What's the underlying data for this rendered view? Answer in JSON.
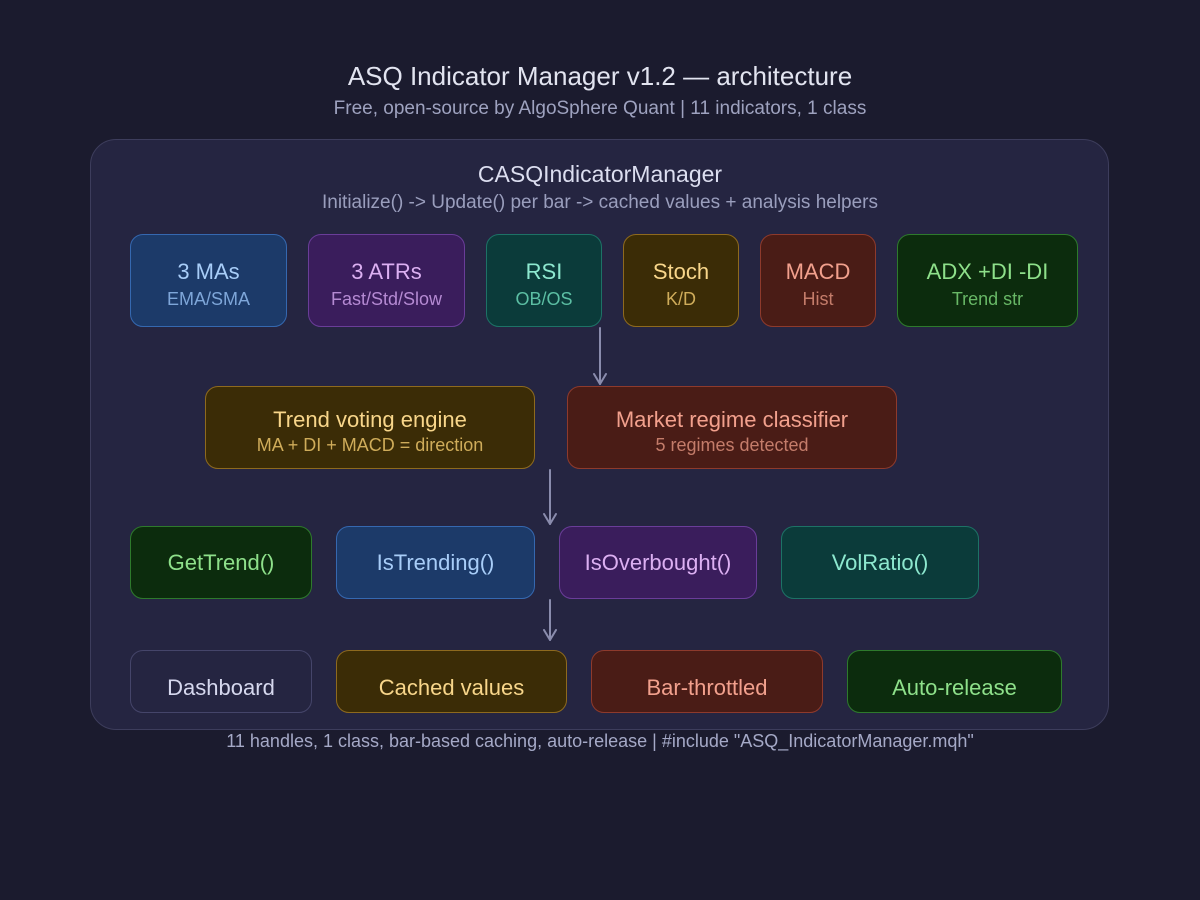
{
  "header": {
    "title": "ASQ Indicator Manager v1.2 — architecture",
    "subtitle": "Free, open-source by AlgoSphere Quant | 11 indicators, 1 class"
  },
  "class_box": {
    "name": "CASQIndicatorManager",
    "description": "Initialize() -> Update() per bar -> cached values + analysis helpers"
  },
  "indicators": [
    {
      "title": "3 MAs",
      "subtitle": "EMA/SMA",
      "color": "blue"
    },
    {
      "title": "3 ATRs",
      "subtitle": "Fast/Std/Slow",
      "color": "purple"
    },
    {
      "title": "RSI",
      "subtitle": "OB/OS",
      "color": "teal"
    },
    {
      "title": "Stoch",
      "subtitle": "K/D",
      "color": "amber"
    },
    {
      "title": "MACD",
      "subtitle": "Hist",
      "color": "red"
    },
    {
      "title": "ADX +DI -DI",
      "subtitle": "Trend str",
      "color": "green"
    }
  ],
  "engines": [
    {
      "title": "Trend voting engine",
      "subtitle": "MA + DI + MACD = direction",
      "color": "amber"
    },
    {
      "title": "Market regime classifier",
      "subtitle": "5 regimes detected",
      "color": "red"
    }
  ],
  "helpers": [
    {
      "title": "GetTrend()",
      "color": "green"
    },
    {
      "title": "IsTrending()",
      "color": "blue"
    },
    {
      "title": "IsOverbought()",
      "color": "purple"
    },
    {
      "title": "VolRatio()",
      "color": "teal"
    }
  ],
  "features": [
    {
      "title": "Dashboard",
      "color": "neutral"
    },
    {
      "title": "Cached values",
      "color": "amber"
    },
    {
      "title": "Bar-throttled",
      "color": "red"
    },
    {
      "title": "Auto-release",
      "color": "green"
    }
  ],
  "colors": {
    "background": "#1b1b2e",
    "container": "#252541",
    "arrow": "#8a8cad"
  },
  "footer": {
    "text": "11 handles, 1 class, bar-based caching, auto-release | #include \"ASQ_IndicatorManager.mqh\""
  }
}
